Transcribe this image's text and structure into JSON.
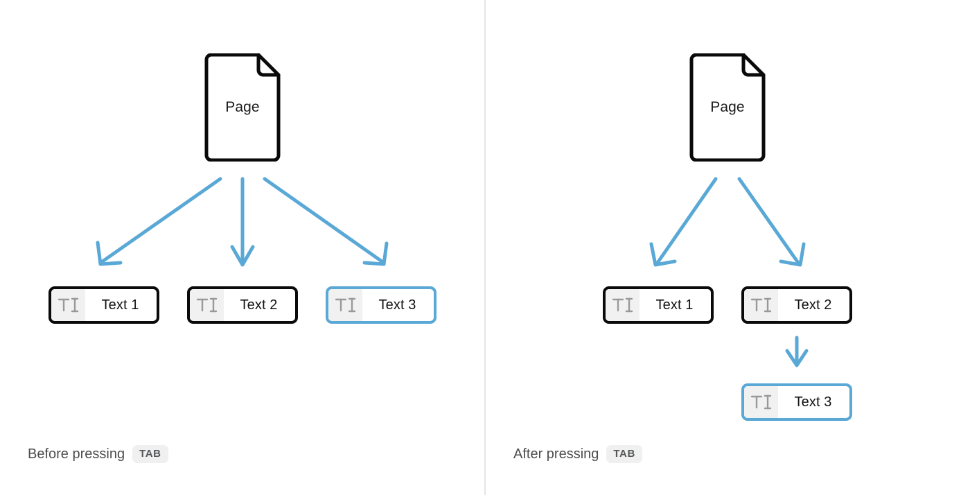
{
  "meta": {
    "diagram_title": "Tab key focus order before and after pressing TAB",
    "background_color": "#ffffff",
    "accent_blue": "#5aa8d6",
    "outline_black": "#0a0a0a",
    "icon_gray": "#f1f1f1",
    "divider_color": "#e4e5e7",
    "caption_text_color": "#4c4c4c"
  },
  "panels": [
    {
      "id": "before",
      "caption": {
        "prefix": "Before pressing",
        "key": "TAB"
      },
      "page": {
        "label": "Page"
      },
      "boxes": [
        {
          "label": "Text 1",
          "icon": "text-cursor-icon",
          "selected": false
        },
        {
          "label": "Text 2",
          "icon": "text-cursor-icon",
          "selected": false
        },
        {
          "label": "Text 3",
          "icon": "text-cursor-icon",
          "selected": true
        }
      ]
    },
    {
      "id": "after",
      "caption": {
        "prefix": "After pressing",
        "key": "TAB"
      },
      "page": {
        "label": "Page"
      },
      "boxes": [
        {
          "label": "Text 1",
          "icon": "text-cursor-icon",
          "selected": false
        },
        {
          "label": "Text 2",
          "icon": "text-cursor-icon",
          "selected": false
        },
        {
          "label": "Text 3",
          "icon": "text-cursor-icon",
          "selected": true
        }
      ]
    }
  ]
}
